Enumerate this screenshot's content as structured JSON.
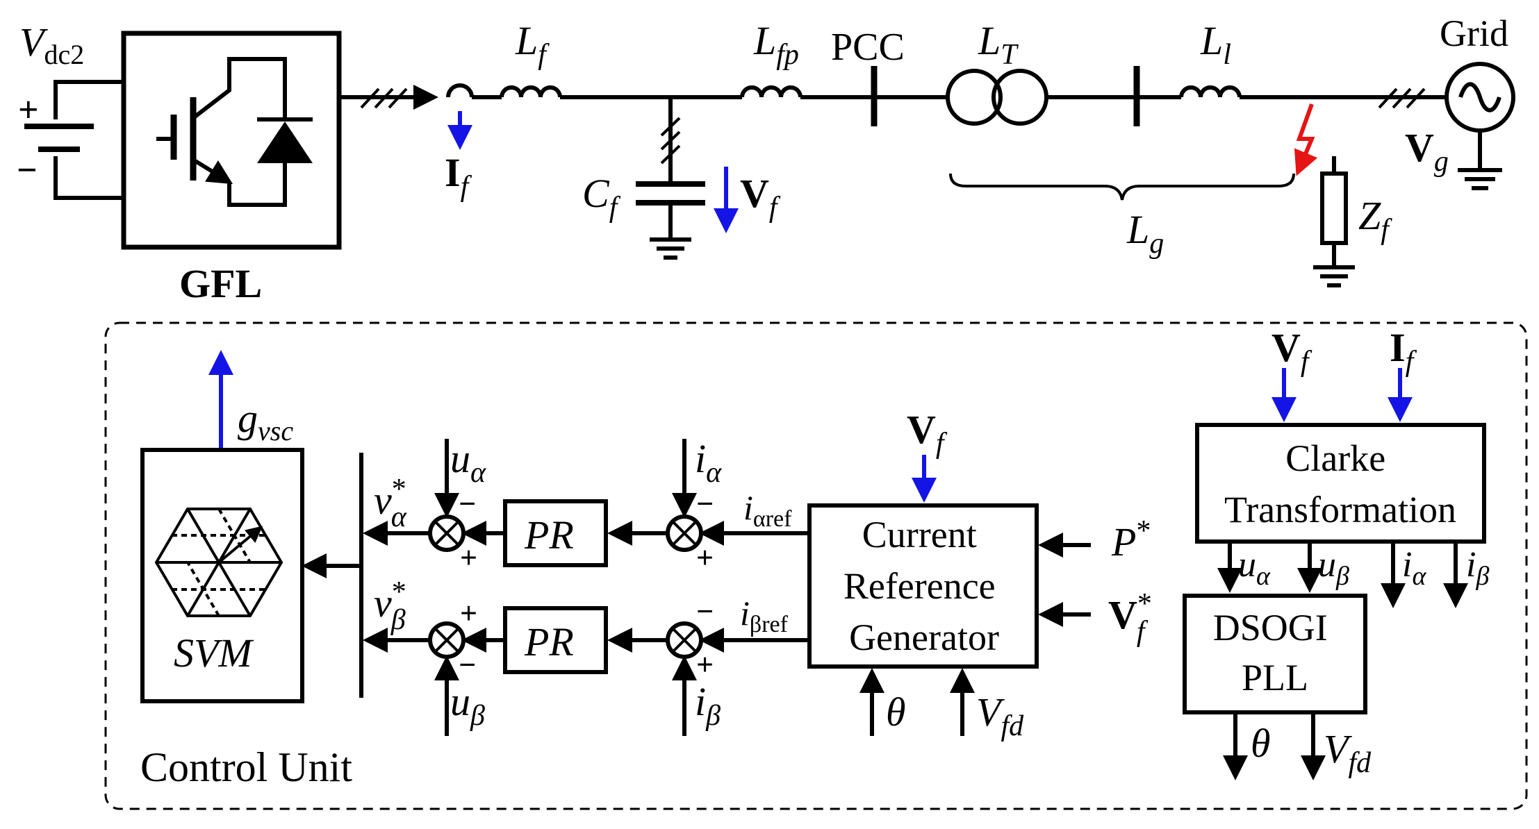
{
  "power": {
    "vdc": {
      "main": "V",
      "sub": "dc2"
    },
    "plus": "+",
    "minus": "−",
    "converter": "GFL",
    "lf": {
      "main": "L",
      "sub": "f"
    },
    "lfp": {
      "main": "L",
      "sub": "fp"
    },
    "pcc": "PCC",
    "lt": {
      "main": "L",
      "sub": "T"
    },
    "ll": {
      "main": "L",
      "sub": "l"
    },
    "grid": "Grid",
    "if_label": {
      "main": "I",
      "sub": "f"
    },
    "cf": {
      "main": "C",
      "sub": "f"
    },
    "vf_label": {
      "main": "V",
      "sub": "f"
    },
    "lg": {
      "main": "L",
      "sub": "g"
    },
    "zf": {
      "main": "Z",
      "sub": "f"
    },
    "vg": {
      "main": "V",
      "sub": "g"
    }
  },
  "control": {
    "title": "Control Unit",
    "gvsc": {
      "main": "g",
      "sub": "vsc"
    },
    "svm": "SVM",
    "pr_upper": "PR",
    "pr_lower": "PR",
    "v_alpha_star": {
      "main": "v",
      "sup": "*",
      "sub": "α"
    },
    "v_beta_star": {
      "main": "v",
      "sup": "*",
      "sub": "β"
    },
    "u_alpha": {
      "main": "u",
      "sub": "α"
    },
    "u_beta": {
      "main": "u",
      "sub": "β"
    },
    "i_alpha": {
      "main": "i",
      "sub": "α"
    },
    "i_beta": {
      "main": "i",
      "sub": "β"
    },
    "i_alpha_ref": {
      "main": "i",
      "sub": "αref"
    },
    "i_beta_ref": {
      "main": "i",
      "sub": "βref"
    },
    "crg_lines": [
      "Current",
      "Reference",
      "Generator"
    ],
    "vf_in": {
      "main": "V",
      "sub": "f"
    },
    "p_star": {
      "main": "P",
      "sup": "*"
    },
    "vf_star": {
      "main": "V",
      "sup": "*",
      "sub": "f"
    },
    "theta": "θ",
    "vfd": {
      "main": "V",
      "sub": "fd"
    },
    "clarke_lines": [
      "Clarke",
      "Transformation"
    ],
    "clarke_vf": {
      "main": "V",
      "sub": "f"
    },
    "clarke_if": {
      "main": "I",
      "sub": "f"
    },
    "pll_lines": [
      "DSOGI",
      "PLL"
    ],
    "out_u_alpha": {
      "main": "u",
      "sub": "α"
    },
    "out_u_beta": {
      "main": "u",
      "sub": "β"
    },
    "out_i_alpha": {
      "main": "i",
      "sub": "α"
    },
    "out_i_beta": {
      "main": "i",
      "sub": "β"
    },
    "out_theta": "θ",
    "out_vfd": {
      "main": "V",
      "sub": "fd"
    },
    "sum_plus": "+",
    "sum_minus": "−"
  },
  "colors": {
    "measure": "#1414e6",
    "fault": "#e61414",
    "line": "#000000"
  }
}
